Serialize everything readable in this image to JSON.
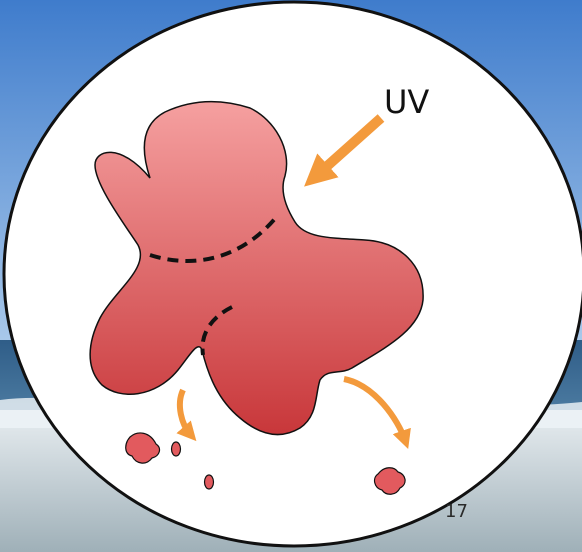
{
  "diagram": {
    "radiation_label": "UV",
    "page_number": "17"
  },
  "colors": {
    "sky_top": "#3f7ccc",
    "sky_bottom": "#a8c8ea",
    "sea": "#31618e",
    "surf": "#e7eef3",
    "sand": "#b7c2c6",
    "circle_fill": "#ffffff",
    "circle_stroke": "#111111",
    "protein_top": "#f5a0a0",
    "protein_bottom": "#c8373a",
    "arrow": "#f39a3c",
    "break_line": "#111111"
  },
  "icons": {
    "protein": "folded-protein-blob",
    "uv_arrow": "arrow-down-left-icon",
    "fragment_arrow": "curved-arrow-icon"
  }
}
